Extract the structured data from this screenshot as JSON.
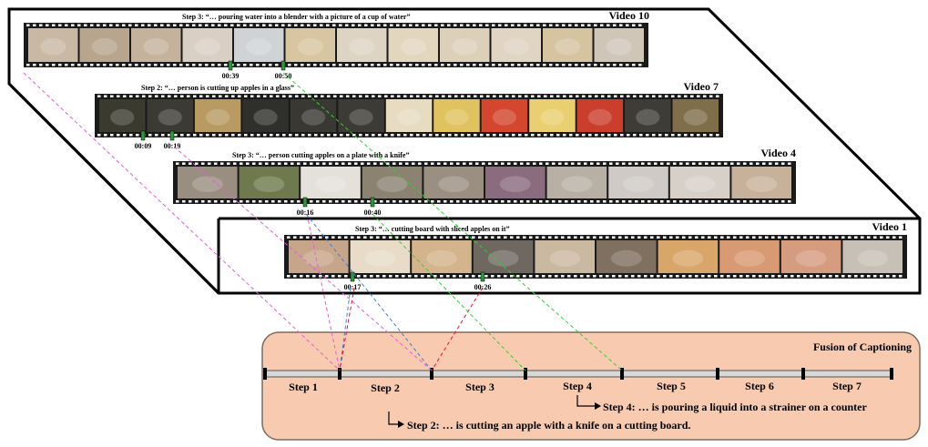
{
  "videos": [
    {
      "label": "Video  10",
      "step_caption": "Step 3: “… pouring water into a blender with a picture of a cup of water”",
      "timestamps": [
        "00:39",
        "00:50"
      ],
      "frame_colors": [
        "#c9b9a4",
        "#b7a58e",
        "#c4b29c",
        "#d9cfc4",
        "#cfd3d6",
        "#d8c6a2",
        "#ddd4c4",
        "#e3d6bf",
        "#dcd0b9",
        "#e0d4c2",
        "#d6c3a0",
        "#d0c6b8"
      ]
    },
    {
      "label": "Video  7",
      "step_caption": "Step 2: “… person is cutting up apples in a glass”",
      "timestamps": [
        "00:09",
        "00:19"
      ],
      "frame_colors": [
        "#3a3a2f",
        "#3b3a33",
        "#b89a62",
        "#2f2f2c",
        "#393833",
        "#3c3b35",
        "#e7dcc1",
        "#e0c25e",
        "#d4462e",
        "#e9cf70",
        "#cb3e2c",
        "#3d3c36",
        "#7f6e4a"
      ]
    },
    {
      "label": "Video  4",
      "step_caption": "Step 3: “… person cutting apples on a plate with a knife”",
      "timestamps": [
        "00:16",
        "00:40"
      ],
      "frame_colors": [
        "#9a8e80",
        "#6e7a4e",
        "#e4e0da",
        "#8c8272",
        "#9b8f82",
        "#8a6c7e",
        "#b8b0a4",
        "#cfcac6",
        "#d6d0c8",
        "#c8b19a"
      ]
    },
    {
      "label": "Video  1",
      "step_caption": "Step 3: “… cutting board with sliced apples on it”",
      "timestamps": [
        "00:17",
        "00:26"
      ],
      "frame_colors": [
        "#c7a58a",
        "#e8dcc8",
        "#d4b48c",
        "#6e6860",
        "#cab9a1",
        "#7f7060",
        "#d9a66a",
        "#d89a72",
        "#d69c80",
        "#c6c0b6"
      ]
    }
  ],
  "fusion": {
    "title": "Fusion of Captioning",
    "steps": [
      "Step 1",
      "Step 2",
      "Step 3",
      "Step 4",
      "Step 5",
      "Step 6",
      "Step 7"
    ],
    "captions": [
      "Step 4: … is pouring a liquid into a strainer on a counter",
      "Step 2: … is cutting an apple with a knife on a cutting board."
    ]
  },
  "colors": {
    "pink": "#e05fd6",
    "blue": "#3f7fd8",
    "red": "#e0143a",
    "green": "#2fd12f",
    "fusion_fill": "#f8cbb0",
    "fusion_border": "#7a6a60",
    "marker_green": "#2a9a3a"
  }
}
